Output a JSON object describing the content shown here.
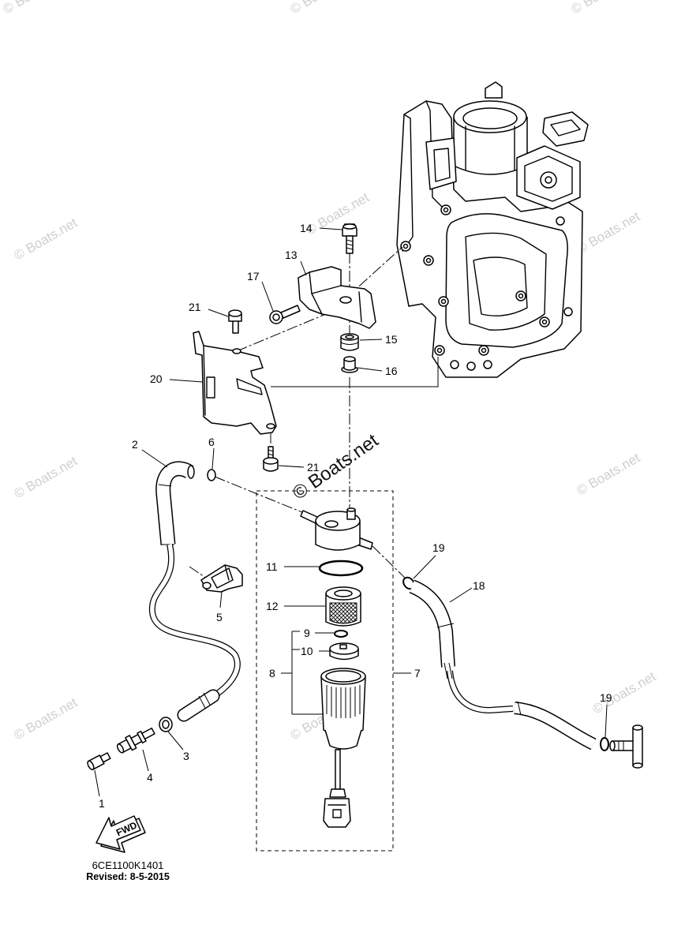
{
  "watermark": "© Boats.net",
  "center_watermark": "© Boats.net",
  "callouts": [
    "14",
    "13",
    "17",
    "21",
    "20",
    "15",
    "16",
    "2",
    "6",
    "21",
    "11",
    "12",
    "9",
    "10",
    "8",
    "7",
    "5",
    "19",
    "18",
    "19",
    "3",
    "4",
    "1"
  ],
  "fwd_label": "FWD",
  "diagram_code": "6CE1100K1401",
  "revised": "Revised: 8-5-2015"
}
